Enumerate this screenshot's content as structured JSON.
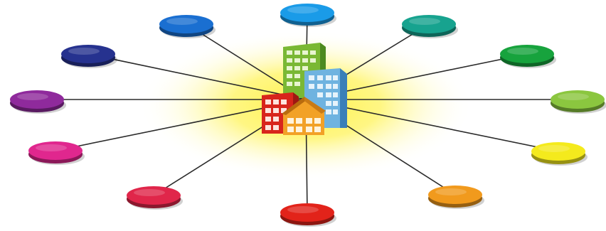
{
  "diagram": {
    "hub": {
      "icon": "city-buildings-icon",
      "glow_color": "#fff14a"
    },
    "connector_color": "#2b2b2b",
    "spokes": [
      {
        "id": "top",
        "color": "#1a9be8"
      },
      {
        "id": "upper-right",
        "color": "#17a38f"
      },
      {
        "id": "right-1",
        "color": "#17a33d"
      },
      {
        "id": "right-2",
        "color": "#8bc63f"
      },
      {
        "id": "lower-right",
        "color": "#f4ea1d"
      },
      {
        "id": "bottom-right",
        "color": "#f19a1d"
      },
      {
        "id": "bottom",
        "color": "#e2231a"
      },
      {
        "id": "bottom-left",
        "color": "#e0264a"
      },
      {
        "id": "left-1",
        "color": "#e0278e"
      },
      {
        "id": "left-2",
        "color": "#8f2a9c"
      },
      {
        "id": "upper-left",
        "color": "#26328f"
      },
      {
        "id": "top-left",
        "color": "#1a6fd1"
      }
    ]
  }
}
